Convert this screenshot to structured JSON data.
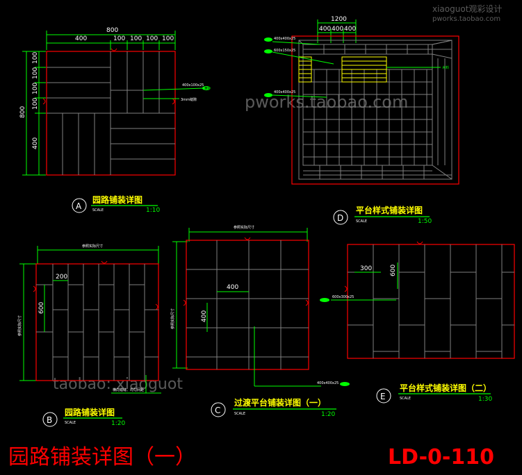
{
  "watermarks": {
    "top_right": "xiaoguot观彩设计",
    "top_right_sub": "pworks.taobao.com",
    "center": "pworks.taobao.com",
    "bottom": "taobao: xiaoguot"
  },
  "footer": {
    "title": "园路铺装详图（一）",
    "code": "LD-0-110"
  },
  "detail_a": {
    "letter": "A",
    "title": "园路铺装详图",
    "scale_label": "SCALE",
    "ratio": "1:10",
    "dim_total": "800",
    "dims_top": [
      "400",
      "100",
      "100",
      "100",
      "100"
    ],
    "dim_side_total": "800",
    "dims_side": [
      "100",
      "100",
      "100",
      "100",
      "400"
    ],
    "note_spec": "400x100x25",
    "note_tag": "黄锦",
    "note_joint": "3mm缝隙"
  },
  "detail_b": {
    "letter": "B",
    "title": "园路铺装详图",
    "scale_label": "SCALE",
    "ratio": "1:20",
    "dim_top": "参照实际尺寸",
    "dim_side": "参照实际尺寸",
    "dim_w": "200",
    "dim_h": "600",
    "note": "横向错缝、均匀间距"
  },
  "detail_c": {
    "letter": "C",
    "title": "过渡平台铺装详图（一）",
    "scale_label": "SCALE",
    "ratio": "1:20",
    "dim_top": "参照实际尺寸",
    "dim_side": "参照实际尺寸",
    "dim_w": "400",
    "dim_h": "400",
    "note_spec": "400x400x25"
  },
  "detail_d": {
    "letter": "D",
    "title": "平台样式铺装详图",
    "scale_label": "SCALE",
    "ratio": "1:50",
    "dim_total": "1200",
    "dims_top": [
      "400",
      "400",
      "400"
    ],
    "note1": "400x400x25",
    "note2": "600x150x25",
    "note3": "400x400x25",
    "note_right": "木料"
  },
  "detail_e": {
    "letter": "E",
    "title": "平台样式铺装详图（二）",
    "scale_label": "SCALE",
    "ratio": "1:30",
    "dim_w": "300",
    "dim_h": "600",
    "note_spec": "600x300x25"
  },
  "colors": {
    "background": "#000000",
    "frame": "#ff0000",
    "dimension": "#00ff00",
    "title": "#ffff00",
    "tile": "#808080"
  }
}
